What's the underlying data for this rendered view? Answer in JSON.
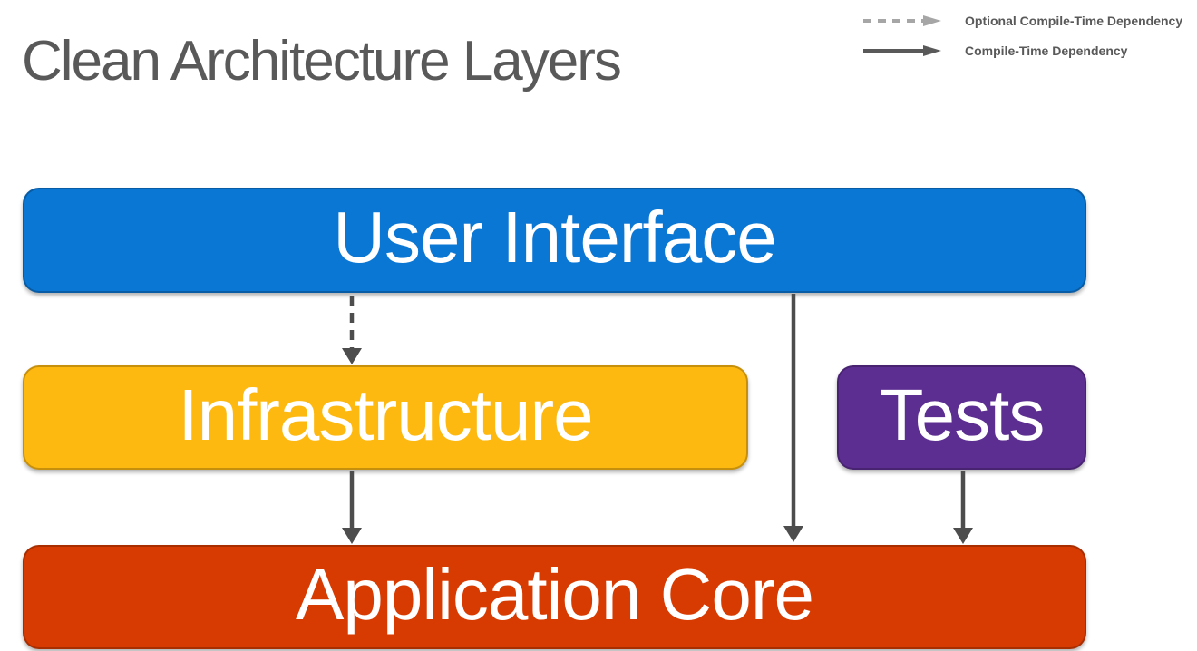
{
  "title": "Clean Architecture Layers",
  "legend": {
    "items": [
      {
        "label": "Optional Compile-Time Dependency",
        "style": "dashed"
      },
      {
        "label": "Compile-Time Dependency",
        "style": "solid"
      }
    ]
  },
  "diagram": {
    "boxes": [
      {
        "id": "user-interface",
        "label": "User Interface",
        "fill": "#0B77D4"
      },
      {
        "id": "infrastructure",
        "label": "Infrastructure",
        "fill": "#FEB910"
      },
      {
        "id": "tests",
        "label": "Tests",
        "fill": "#5C2E91"
      },
      {
        "id": "application-core",
        "label": "Application Core",
        "fill": "#D83B01"
      }
    ],
    "arrows": [
      {
        "from": "User Interface",
        "to": "Infrastructure",
        "type": "Optional Compile-Time Dependency"
      },
      {
        "from": "Infrastructure",
        "to": "Application Core",
        "type": "Compile-Time Dependency"
      },
      {
        "from": "User Interface",
        "to": "Application Core",
        "type": "Compile-Time Dependency"
      },
      {
        "from": "Tests",
        "to": "Application Core",
        "type": "Compile-Time Dependency"
      }
    ]
  },
  "colors": {
    "canvas-bg": "#FFFFFF",
    "title-text": "#595959",
    "box-text": "#FFFFFF",
    "arrow": "#4D4D4D",
    "legend-dashed": "#A6A6A6",
    "legend-solid": "#595959",
    "legend-text": "#595959"
  }
}
